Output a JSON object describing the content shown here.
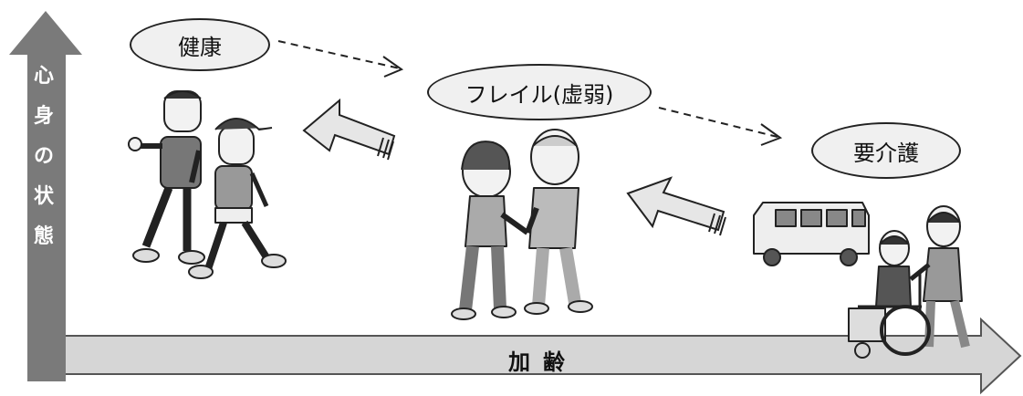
{
  "axes": {
    "vertical_label": [
      "心",
      "身",
      "の",
      "状",
      "態"
    ],
    "horizontal_label": "加齢"
  },
  "stages": {
    "healthy": "健康",
    "frail": "フレイル(虚弱)",
    "care": "要介護"
  },
  "colors": {
    "vertical_arrow": "#7a7a7a",
    "horizontal_arrow": "#d6d6d6",
    "bubble_fill": "#f0f0f0",
    "return_arrow": "#e6e6e6"
  },
  "illustrations": [
    "joggers",
    "handshake-couple",
    "van-and-wheelchair"
  ]
}
